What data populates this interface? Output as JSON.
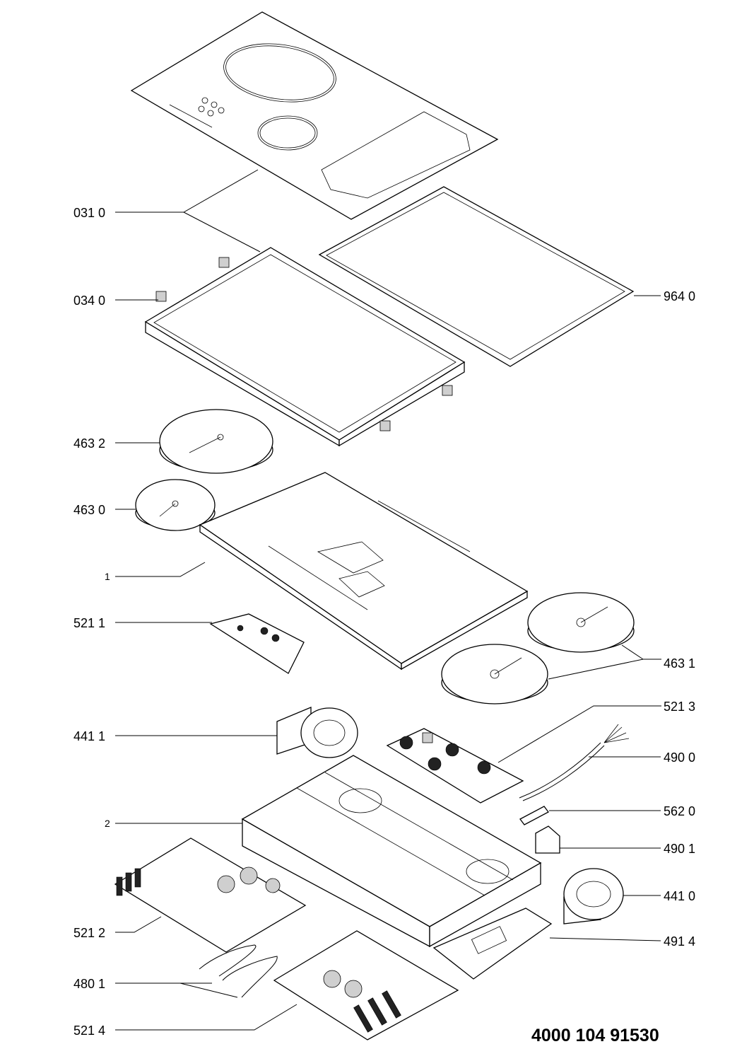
{
  "document_number": "4000 104 91530",
  "labels": {
    "031_0": "031 0",
    "034_0": "034 0",
    "964_0": "964 0",
    "463_2": "463 2",
    "463_0": "463 0",
    "1": "1",
    "521_1": "521 1",
    "463_1": "463 1",
    "521_3": "521 3",
    "441_1": "441 1",
    "490_0": "490 0",
    "562_0": "562 0",
    "2": "2",
    "490_1": "490 1",
    "441_0": "441 0",
    "521_2": "521 2",
    "491_4": "491 4",
    "480_1": "480 1",
    "521_4": "521 4"
  }
}
